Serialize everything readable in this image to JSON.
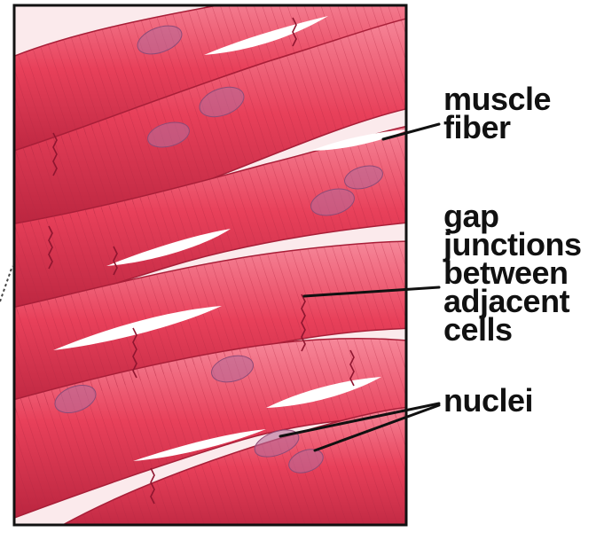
{
  "colors": {
    "fiber": "#e8405a",
    "fiber_light": "#f4798c",
    "fiber_dark": "#b8243e",
    "striation": "#c0304a",
    "nucleus": "#b86a98",
    "frame": "#111111",
    "label_text": "#111111"
  },
  "labels": {
    "muscle_fiber": [
      "muscle",
      "fiber"
    ],
    "gap_junctions": [
      "gap",
      "junctions",
      "between",
      "adjacent",
      "cells"
    ],
    "nuclei": [
      "nuclei"
    ]
  }
}
